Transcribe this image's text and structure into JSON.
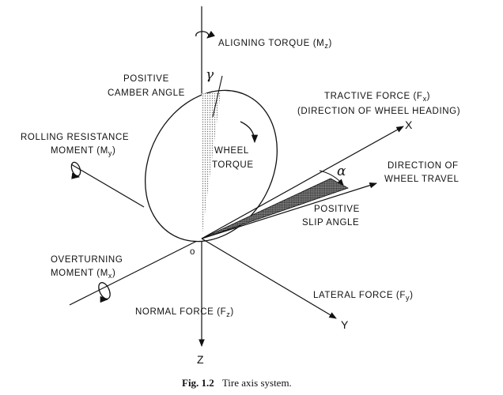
{
  "labels": {
    "aligning_torque": "ALIGNING TORQUE (M",
    "aligning_torque_sub": "z",
    "aligning_torque_end": ")",
    "positive": "POSITIVE",
    "camber_angle": "CAMBER ANGLE",
    "camber_symbol": "γ",
    "tractive_force": "TRACTIVE FORCE (F",
    "tractive_force_sub": "x",
    "tractive_force_end": ")",
    "wheel_heading": "(DIRECTION OF WHEEL HEADING)",
    "axis_x": "X",
    "rolling_resistance": "ROLLING RESISTANCE",
    "moment_y": "MOMENT (M",
    "moment_y_sub": "y",
    "moment_y_end": ")",
    "wheel": "WHEEL",
    "torque": "TORQUE",
    "slip_symbol": "α",
    "direction_of": "DIRECTION OF",
    "wheel_travel": "WHEEL TRAVEL",
    "positive_slip": "POSITIVE",
    "slip_angle": "SLIP ANGLE",
    "overturning": "OVERTURNING",
    "moment_x": "MOMENT (M",
    "moment_x_sub": "x",
    "moment_x_end": ")",
    "origin": "o",
    "lateral_force": "LATERAL FORCE (F",
    "lateral_force_sub": "y",
    "lateral_force_end": ")",
    "axis_y": "Y",
    "normal_force": "NORMAL FORCE (F",
    "normal_force_sub": "z",
    "normal_force_end": ")",
    "axis_z": "Z"
  },
  "caption": {
    "fig": "Fig. 1.2",
    "text": "Tire axis system."
  }
}
